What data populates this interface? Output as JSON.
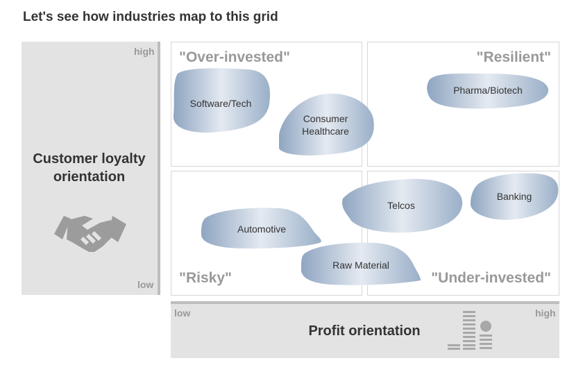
{
  "title": "Let's see how industries map to this grid",
  "y_axis": {
    "label": "Customer loyalty orientation",
    "high": "high",
    "low": "low",
    "icon": "handshake-icon"
  },
  "x_axis": {
    "label": "Profit orientation",
    "low": "low",
    "high": "high",
    "icon": "bar-chart-coins-icon"
  },
  "quadrants": {
    "top_left": "\"Over-invested\"",
    "top_right": "\"Resilient\"",
    "bottom_left": "\"Risky\"",
    "bottom_right": "\"Under-invested\""
  },
  "industries": [
    {
      "id": "software",
      "label": "Software/Tech"
    },
    {
      "id": "consumer",
      "label": "Consumer\nHealthcare"
    },
    {
      "id": "pharma",
      "label": "Pharma/Biotech"
    },
    {
      "id": "telcos",
      "label": "Telcos"
    },
    {
      "id": "banking",
      "label": "Banking"
    },
    {
      "id": "automotive",
      "label": "Automotive"
    },
    {
      "id": "raw",
      "label": "Raw Material"
    }
  ],
  "colors": {
    "blob_light": "#dfe6ee",
    "blob_dark": "#94a9c4",
    "panel": "#e3e3e3",
    "quadrant_label": "#999999",
    "icon": "#999999"
  }
}
